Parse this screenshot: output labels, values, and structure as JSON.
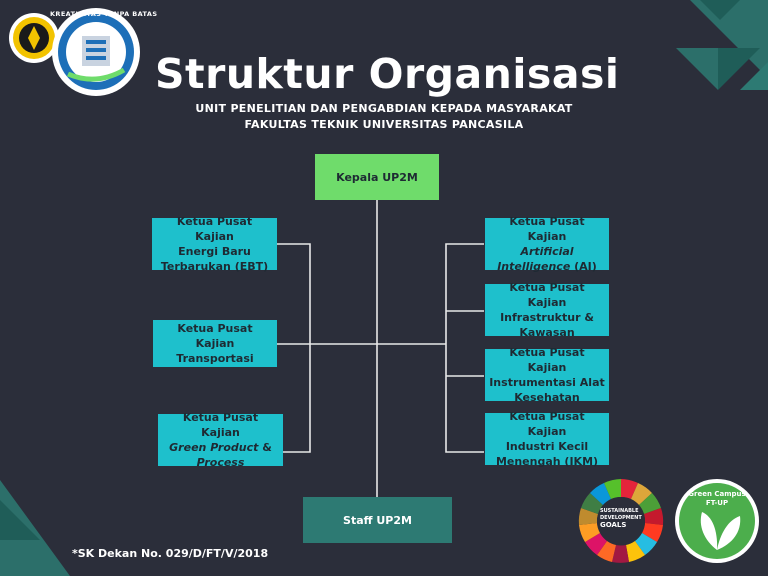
{
  "header": {
    "title": "Struktur Organisasi",
    "subtitle_line1": "UNIT PENELITIAN DAN PENGABDIAN KEPADA MASYARAKAT",
    "subtitle_line2": "FAKULTAS TEKNIK UNIVERSITAS PANCASILA"
  },
  "logos": {
    "badge_text": "KREATIVITAS TANPA BATAS",
    "sdg_text_1": "SUSTAINABLE",
    "sdg_text_2": "DEVELOPMENT",
    "sdg_text_3": "GOALS",
    "green_campus_1": "Green Campus",
    "green_campus_2": "FT-UP"
  },
  "org": {
    "head": "Kepala UP2M",
    "staff": "Staff UP2M",
    "left": [
      {
        "l1": "Ketua Pusat Kajian",
        "l2": "Energi Baru",
        "l3": "Terbarukan (EBT)"
      },
      {
        "l1": "Ketua Pusat Kajian",
        "l2": "Transportasi"
      },
      {
        "l1": "Ketua Pusat Kajian",
        "l2a": "Green Product",
        "l2b": " &",
        "l3": "Process"
      }
    ],
    "right": [
      {
        "l1": "Ketua Pusat Kajian",
        "l2": "Artificial",
        "l3a": "Intelligence",
        "l3b": " (AI)"
      },
      {
        "l1": "Ketua Pusat Kajian",
        "l2": "Infrastruktur &",
        "l3": "Kawasan"
      },
      {
        "l1": "Ketua Pusat Kajian",
        "l2": "Instrumentasi Alat",
        "l3": "Kesehatan"
      },
      {
        "l1": "Ketua Pusat Kajian",
        "l2": "Industri Kecil",
        "l3": "Menengah (IKM)"
      }
    ]
  },
  "footnote": "*SK Dekan No. 029/D/FT/V/2018",
  "colors": {
    "background": "#2b2e3a",
    "cyan": "#1ec0cc",
    "green": "#6fdc6b",
    "teal": "#2d7a73",
    "corner": "#2d7a73"
  }
}
